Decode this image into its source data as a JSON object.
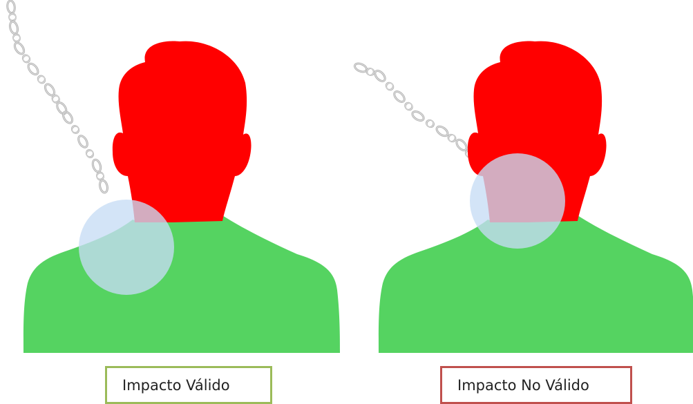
{
  "panels": [
    {
      "label": "Impacto Válido",
      "border_color": "#9bbb59",
      "impact": "shoulder"
    },
    {
      "label": "Impacto No Válido",
      "border_color": "#c0504d",
      "impact": "neck"
    }
  ],
  "colors": {
    "head": "#ff0000",
    "body": "#55d361",
    "impact_circle": "#c6dcf5",
    "chain": "#b8b8b8"
  },
  "icons": {
    "figure": "person-silhouette-icon",
    "chain": "chain-icon",
    "impact": "impact-zone-icon"
  }
}
